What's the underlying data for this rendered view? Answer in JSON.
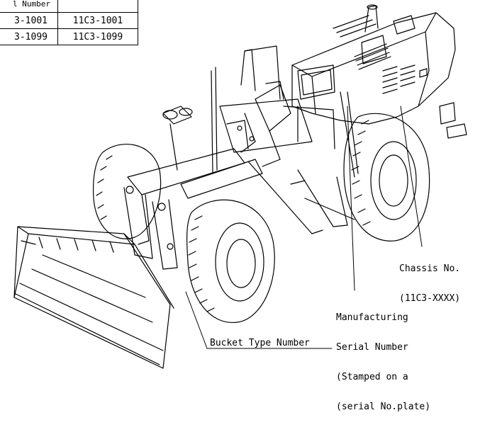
{
  "table": {
    "header": [
      "l Number",
      ""
    ],
    "rows": [
      [
        "3-1001",
        "11C3-1001"
      ],
      [
        "3-1099",
        "11C3-1099"
      ]
    ]
  },
  "labels": {
    "chassis_line1": "Chassis No.",
    "chassis_line2": "(11C3-XXXX)",
    "mfg_line1": "Manufacturing",
    "mfg_line2": "Serial Number",
    "mfg_line3": "(Stamped on a",
    "mfg_line4": "(serial No.plate)",
    "bucket": "Bucket Type Number"
  }
}
